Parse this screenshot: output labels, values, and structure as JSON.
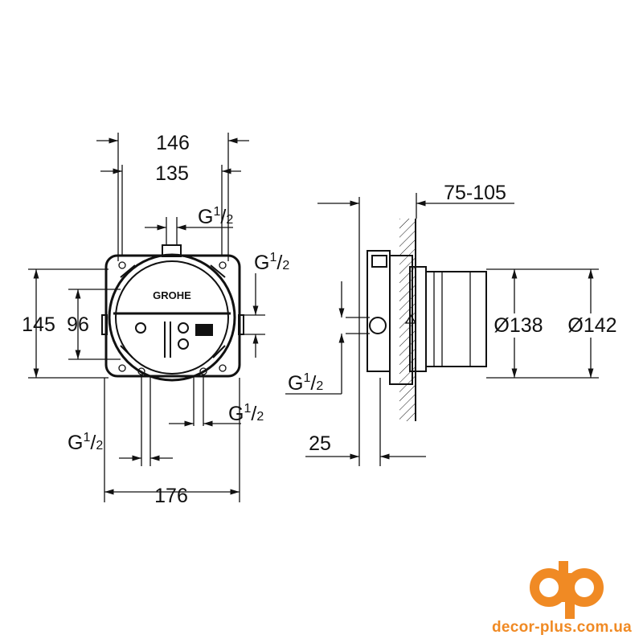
{
  "front_view": {
    "dim_width_outer": "146",
    "dim_width_inner": "135",
    "dim_height_outer": "145",
    "dim_height_inner": "96",
    "dim_bottom_width": "176",
    "thread_top": {
      "g": "G",
      "num": "1",
      "den": "2"
    },
    "thread_right": {
      "g": "G",
      "num": "1",
      "den": "2"
    },
    "thread_bottom_right": {
      "g": "G",
      "num": "1",
      "den": "2"
    },
    "thread_bottom_left": {
      "g": "G",
      "num": "1",
      "den": "2"
    },
    "brand_label": "GROHE"
  },
  "side_view": {
    "dim_depth": "75-105",
    "dim_diameter_inner": "Ø138",
    "dim_diameter_outer": "Ø142",
    "dim_offset": "25",
    "thread": {
      "g": "G",
      "num": "1",
      "den": "2"
    }
  },
  "watermark_logo": {
    "letters": "dp",
    "url_text": "decor-plus.com.ua",
    "color": "#f08a24"
  }
}
